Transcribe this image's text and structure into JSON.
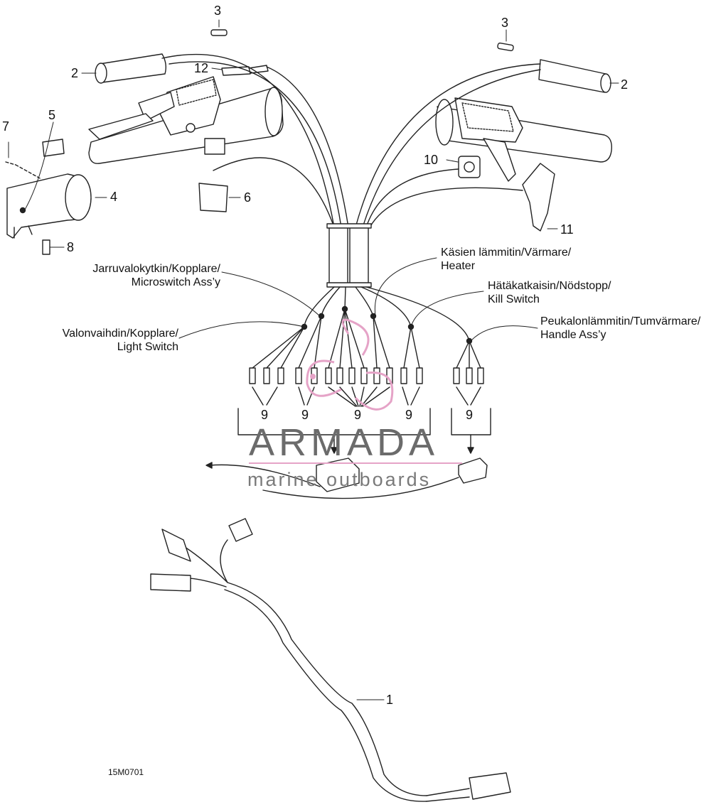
{
  "diagram": {
    "callouts": {
      "c1": "1",
      "c2a": "2",
      "c2b": "2",
      "c3a": "3",
      "c3b": "3",
      "c4": "4",
      "c5": "5",
      "c6": "6",
      "c7": "7",
      "c8": "8",
      "c9a": "9",
      "c9b": "9",
      "c9c": "9",
      "c9d": "9",
      "c9e": "9",
      "c10": "10",
      "c11": "11",
      "c12": "12"
    },
    "labels": {
      "heater_line1": "Käsien lämmitin/Värmare/",
      "heater_line2": "Heater",
      "microswitch_line1": "Jarruvalokytkin/Kopplare/",
      "microswitch_line2": "Microswitch Ass’y",
      "kill_line1": "Hätäkatkaisin/Nödstopp/",
      "kill_line2": "Kill Switch",
      "light_line1": "Valonvaihdin/Kopplare/",
      "light_line2": "Light Switch",
      "handle_line1": "Peukalonlämmitin/Tumvärmare/",
      "handle_line2": "Handle Ass’y"
    },
    "drawing_code": "15M0701"
  },
  "watermark": {
    "brand": "ARMADA",
    "tagline": "marine outboards",
    "accent_color": "#e5a3c7",
    "text_color": "#6b6b6b"
  }
}
